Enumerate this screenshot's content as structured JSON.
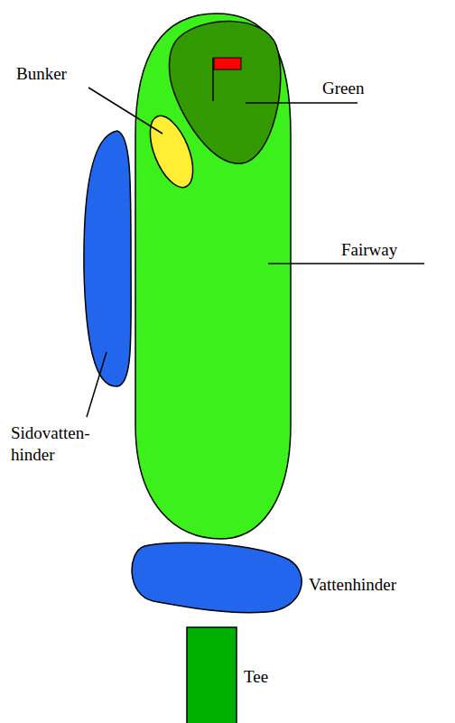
{
  "diagram": {
    "labels": [
      "Bunker",
      "Green",
      "Fairway",
      "Sidovatten- hinder",
      "Vattenhinder",
      "Tee"
    ]
  }
}
